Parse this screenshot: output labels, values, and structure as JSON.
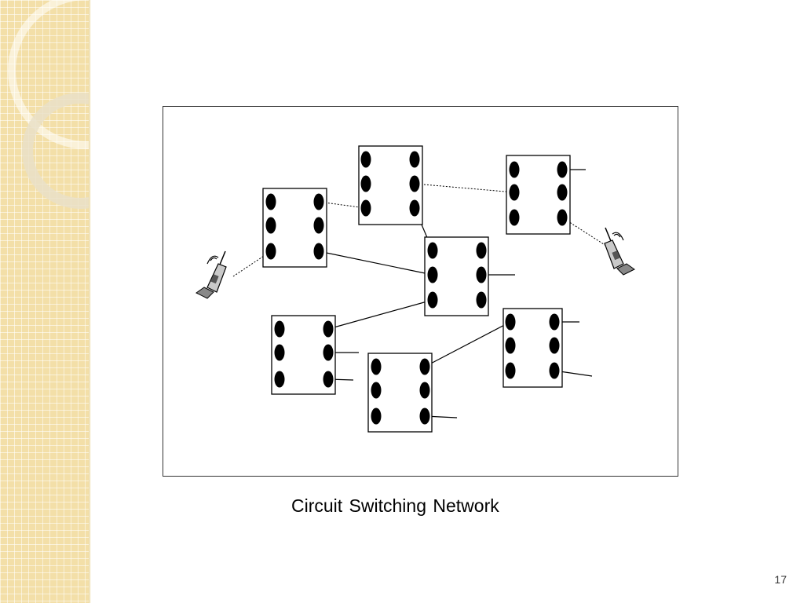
{
  "slide": {
    "caption": "Circuit Switching Network",
    "page_number": "17"
  },
  "diagram": {
    "switch_count": 7,
    "phone_icons": [
      "phone-icon",
      "phone-icon"
    ],
    "colors": {
      "line": "#000000",
      "dot_fill": "#000000",
      "side_band": "#f3dfa8"
    }
  }
}
